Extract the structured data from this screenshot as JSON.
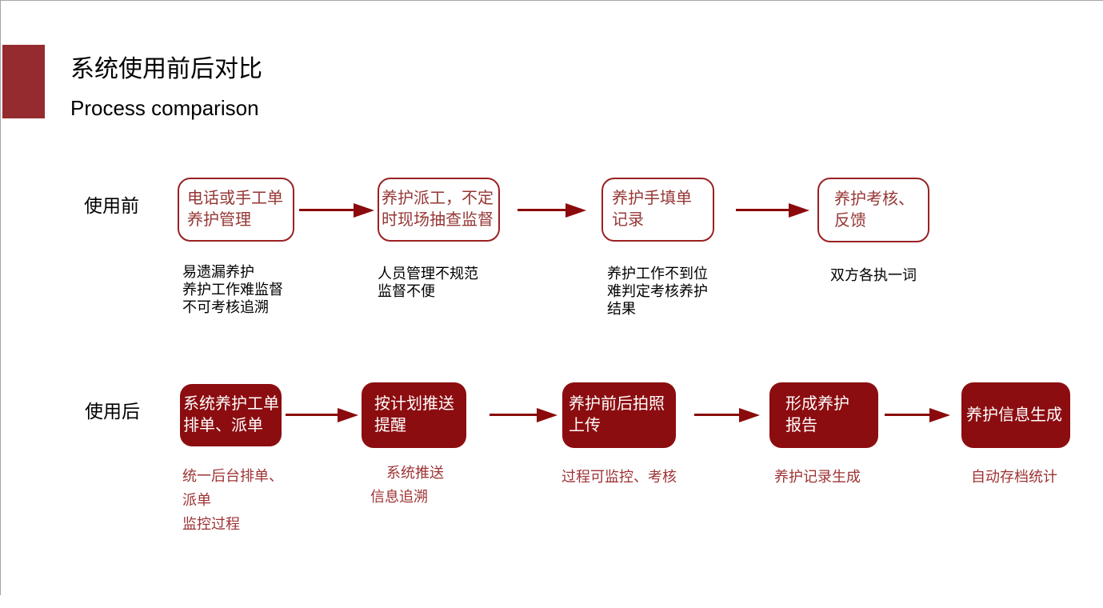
{
  "header": {
    "title": "系统使用前后对比",
    "subtitle": "Process comparison"
  },
  "colors": {
    "accent": "#962B2F",
    "box_border": "#9A2123",
    "box_text": "#953735",
    "box_fill": "#8C0D10",
    "arrow": "#8B0A0C",
    "desc_after": "#9E3234",
    "frame_line": "#A6A6A6"
  },
  "rows": {
    "before": {
      "label": "使用前",
      "steps": [
        {
          "title": "电话或手工单\n养护管理",
          "desc_lines": [
            "易遗漏养护",
            "养护工作难监督",
            "不可考核追溯"
          ]
        },
        {
          "title": "养护派工，不定\n时现场抽查监督",
          "desc_lines": [
            "人员管理不规范",
            "监督不便"
          ]
        },
        {
          "title": "养护手填单\n记录",
          "desc_lines": [
            "养护工作不到位",
            "难判定考核养护",
            "结果"
          ]
        },
        {
          "title": "养护考核、\n反馈",
          "desc_lines": [
            "双方各执一词"
          ]
        }
      ]
    },
    "after": {
      "label": "使用后",
      "steps": [
        {
          "title": "系统养护工单\n排单、派单",
          "desc_lines": [
            "统一后台排单、",
            "派单",
            "监控过程"
          ]
        },
        {
          "title": "按计划推送\n提醒",
          "desc_lines": [
            "系统推送",
            "信息追溯"
          ]
        },
        {
          "title": "养护前后拍照\n上传",
          "desc_lines": [
            "过程可监控、考核"
          ]
        },
        {
          "title": "形成养护\n报告",
          "desc_lines": [
            "养护记录生成"
          ]
        },
        {
          "title": "养护信息生成",
          "desc_lines": [
            "自动存档统计"
          ]
        }
      ]
    }
  }
}
